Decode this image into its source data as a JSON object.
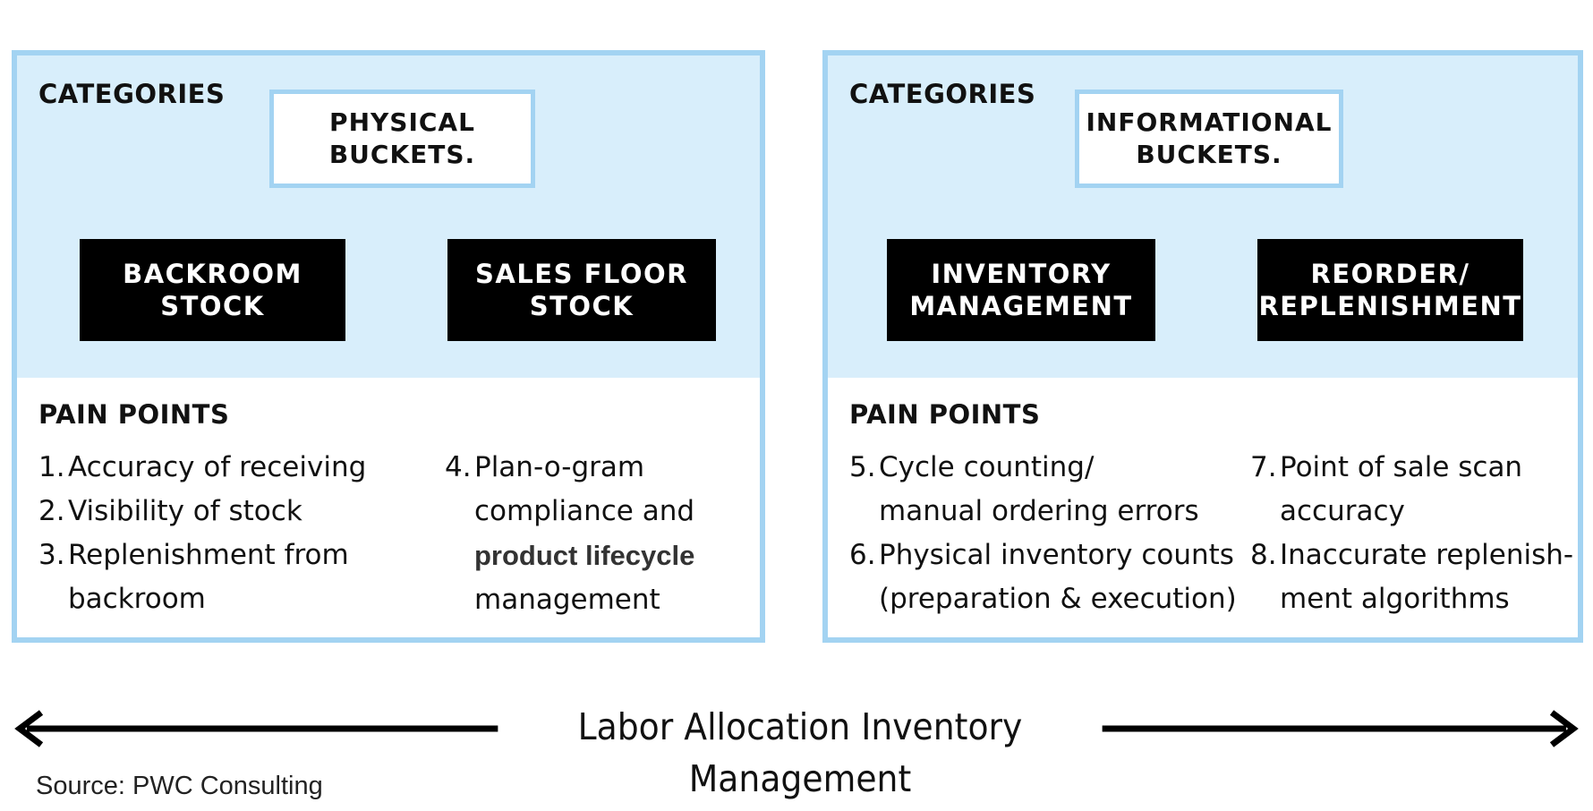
{
  "left_panel": {
    "categories_label": "CATEGORIES",
    "bucket": "PHYSICAL\nBUCKETS.",
    "boxes": [
      "BACKROOM\nSTOCK",
      "SALES FLOOR\nSTOCK"
    ],
    "pain_points_label": "PAIN POINTS",
    "col1": [
      {
        "num": "1.",
        "text": "Accuracy of receiving"
      },
      {
        "num": "2.",
        "text": "Visibility of stock"
      },
      {
        "num": "3.",
        "text": "Replenishment from\nbackroom"
      }
    ],
    "col2": {
      "num": "4.",
      "line1": "Plan-o-gram",
      "line2": "compliance and",
      "line3": "product lifecycle",
      "line4": "management"
    }
  },
  "right_panel": {
    "categories_label": "CATEGORIES",
    "bucket": "INFORMATIONAL\nBUCKETS.",
    "boxes": [
      "INVENTORY\nMANAGEMENT",
      "REORDER/\nREPLENISHMENT"
    ],
    "pain_points_label": "PAIN POINTS",
    "col1": [
      {
        "num": "5.",
        "text": "Cycle counting/\nmanual ordering errors"
      },
      {
        "num": "6.",
        "text": "Physical inventory counts\n(preparation & execution)"
      }
    ],
    "col2": [
      {
        "num": "7.",
        "text": "Point of sale scan\naccuracy"
      },
      {
        "num": "8.",
        "text": "Inaccurate replenish-\nment algorithms"
      }
    ]
  },
  "axis_label": "Labor Allocation Inventory Management",
  "source": "Source: PWC Consulting"
}
